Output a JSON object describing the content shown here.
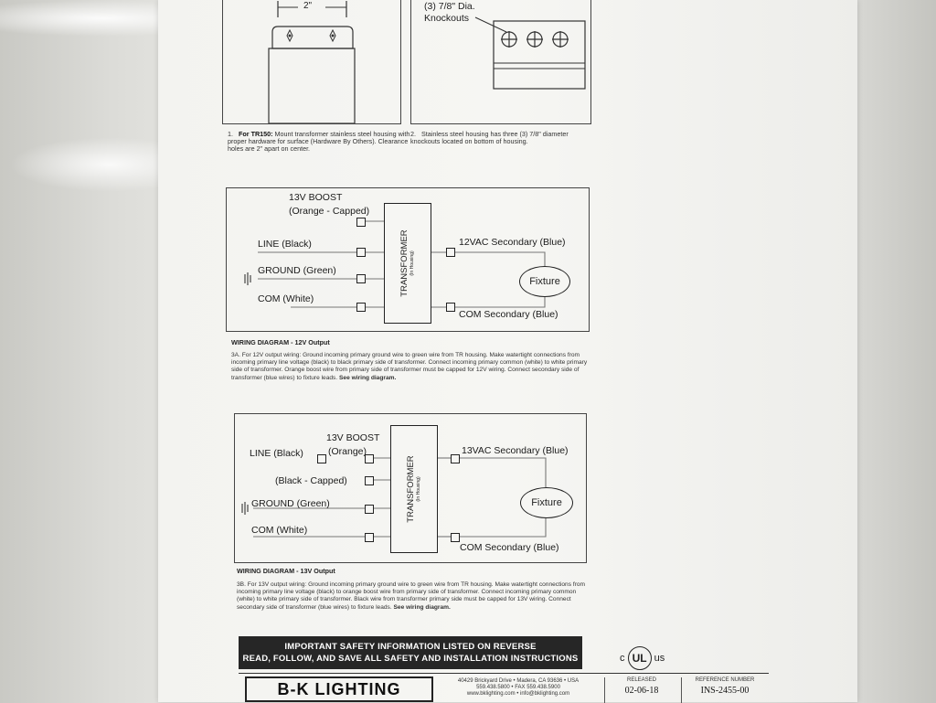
{
  "step1": {
    "dimension": "2\"",
    "caption_num": "1.",
    "caption_bold": "For TR150:",
    "caption_text": "Mount transformer stainless steel housing with proper hardware for surface (Hardware By Others). Clearance holes are 2\" apart on center."
  },
  "step2": {
    "knockout_line1": "(3) 7/8\" Dia.",
    "knockout_line2": "Knockouts",
    "caption_num": "2.",
    "caption_text": "Stainless steel housing has three (3) 7/8\" diameter knockouts located on bottom of housing."
  },
  "diagram12": {
    "boost": "13V BOOST",
    "boost_sub": "(Orange - Capped)",
    "line": "LINE (Black)",
    "ground": "GROUND (Green)",
    "com": "COM (White)",
    "transformer": "TRANSFORMER",
    "transformer_sub": "(In Housing)",
    "secondary": "12VAC Secondary (Blue)",
    "com_secondary": "COM Secondary (Blue)",
    "fixture": "Fixture",
    "title": "WIRING DIAGRAM - 12V Output",
    "para_num": "3A.",
    "para_text": "For 12V output wiring: Ground incoming primary ground wire to green wire from TR housing. Make watertight connections from incoming primary line voltage (black) to black primary side of transformer. Connect incoming primary common (white) to white primary side of transformer. Orange boost wire from primary side of transformer must be capped for 12V wiring. Connect secondary side of transformer (blue wires) to fixture leads.",
    "para_bold": "See wiring diagram."
  },
  "diagram13": {
    "boost": "13V BOOST",
    "boost_sub": "(Orange)",
    "line": "LINE (Black)",
    "capped": "(Black - Capped)",
    "ground": "GROUND (Green)",
    "com": "COM (White)",
    "transformer": "TRANSFORMER",
    "transformer_sub": "(In Housing)",
    "secondary": "13VAC Secondary (Blue)",
    "com_secondary": "COM Secondary (Blue)",
    "fixture": "Fixture",
    "title": "WIRING DIAGRAM - 13V Output",
    "para_num": "3B.",
    "para_text": "For 13V output wiring: Ground incoming primary ground wire to green wire from TR housing. Make watertight connections from incoming primary line voltage (black) to orange boost wire from primary side of transformer. Connect incoming primary common (white) to white primary side of transformer. Black wire from transformer primary side must be capped for 13V wiring. Connect secondary side of transformer (blue wires) to fixture leads.",
    "para_bold": "See wiring diagram."
  },
  "safety": {
    "line1": "IMPORTANT SAFETY INFORMATION LISTED ON REVERSE",
    "line2": "READ, FOLLOW, AND SAVE ALL SAFETY AND INSTALLATION INSTRUCTIONS"
  },
  "ul_mark": {
    "left": "c",
    "center": "UL",
    "right": "us"
  },
  "footer": {
    "logo": "B-K LIGHTING",
    "address1": "40429 Brickyard Drive • Madera, CA 93636 • USA",
    "address2": "559.438.5800 • FAX 559.438.5900",
    "address3": "www.bklighting.com • info@bklighting.com",
    "released_label": "RELEASED",
    "released_value": "02-06-18",
    "ref_label": "REFERENCE NUMBER",
    "ref_value": "INS-2455-00"
  }
}
